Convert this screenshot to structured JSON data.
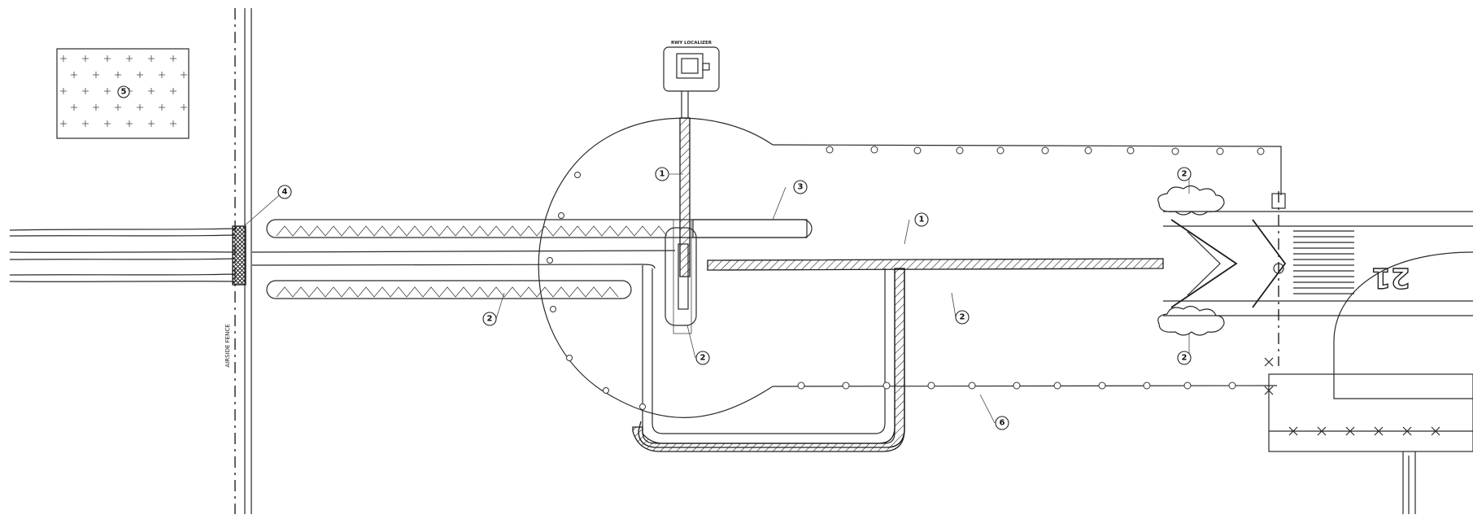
{
  "labels": {
    "localizer": "RWY LOCALIZER",
    "airside_fence": "AIRSIDE FENCE",
    "runway_number": "21"
  },
  "callouts": [
    "1",
    "1",
    "2",
    "2",
    "2",
    "2",
    "2",
    "3",
    "4",
    "5",
    "6"
  ],
  "colors": {
    "line": "#2a2a2a",
    "background": "#ffffff"
  }
}
